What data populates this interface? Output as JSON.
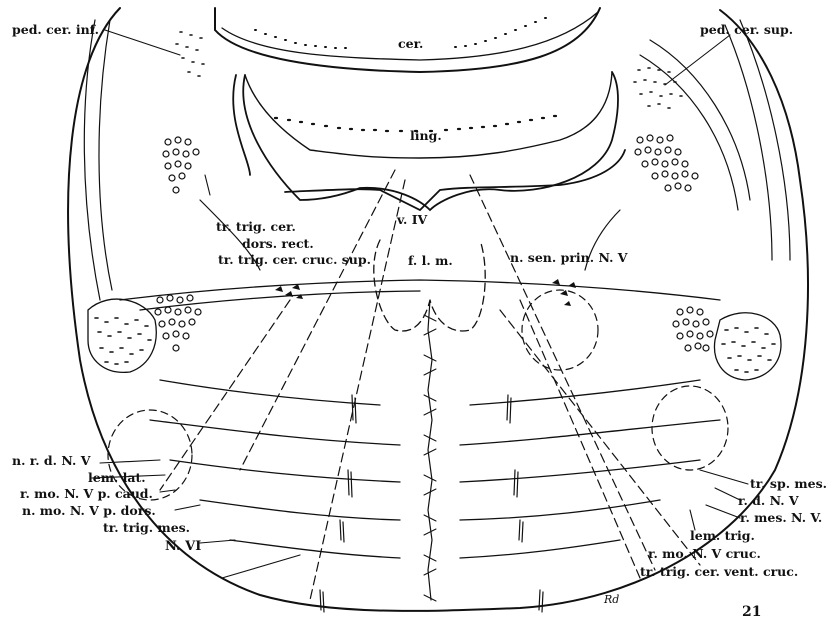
{
  "figure_number": "21",
  "signature": "Rd",
  "colors": {
    "ink": "#111111",
    "paper": "#ffffff"
  },
  "labels": {
    "ped_cer_inf": "ped. cer. inf.",
    "cer": "cer.",
    "ped_cer_sup": "ped. cer. sup.",
    "ling": "ling.",
    "v_iv": "v. IV",
    "tr_trig_cer": "tr. trig. cer.",
    "dors_rect": "dors. rect.",
    "tr_trig_cer_cruc_sup": "tr. trig. cer. cruc. sup.",
    "f_l_m": "f. l. m.",
    "n_sen_prin_n_v": "n. sen. prin. N. V",
    "n_r_d_n_v": "n. r. d. N. V",
    "lem_lat": "lem. lat.",
    "r_mo_n_v_p_caud": "r. mo. N. V p. caud.",
    "n_mo_n_v_p_dors": "n. mo. N. V p. dors.",
    "tr_trig_mes": "tr. trig. mes.",
    "n_vi": "N. VI",
    "tr_sp_mes": "tr. sp. mes.",
    "r_d_n_v": "r. d. N. V",
    "r_mes_n_v": "r. mes. N. V.",
    "lem_trig": "lem. trig.",
    "r_mo_n_v_cruc": "r. mo. N. V cruc.",
    "tr_trig_cer_vent_cruc": "tr. trig. cer. vent. cruc."
  }
}
